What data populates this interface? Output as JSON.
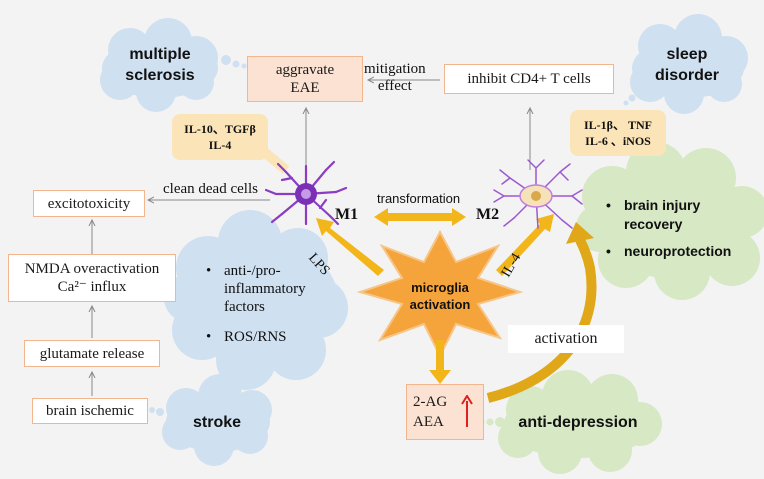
{
  "diagram": {
    "center": {
      "line1": "microglia",
      "line2": "activation"
    },
    "m1_label": "M1",
    "m2_label": "M2",
    "transformation": "transformation",
    "lps": "LPS",
    "il4": "IL-4",
    "aggravate_eae": {
      "line1": "aggravate",
      "line2": "EAE"
    },
    "mitigation": {
      "line1": "mitigation",
      "line2": "effect"
    },
    "inhibit": "inhibit CD4+ T cells",
    "clean_dead_cells": "clean dead cells",
    "excitotoxicity": "excitotoxicity",
    "nmda": {
      "line1": "NMDA overactivation",
      "line2": "Ca²⁻ influx"
    },
    "glutamate": "glutamate release",
    "brain_ischemic": "brain ischemic",
    "m1_cytokines": {
      "line1": "IL-10、TGFβ",
      "line2": "IL-4"
    },
    "m2_cytokines": {
      "line1": "IL-1β、 TNF",
      "line2": "IL-6 、iNOS"
    },
    "left_factors": {
      "item1_line1": "anti-/pro-",
      "item1_line2": "inflammatory",
      "item1_line3": "factors",
      "item2": "ROS/RNS"
    },
    "right_effects": {
      "item1_line1": "brain injury",
      "item1_line2": "recovery",
      "item2": "neuroprotection"
    },
    "activation": "activation",
    "endocannabinoid": {
      "line1": "2-AG",
      "line2": "AEA"
    },
    "clouds": {
      "multiple_sclerosis": {
        "line1": "multiple",
        "line2": "sclerosis"
      },
      "sleep_disorder": {
        "line1": "sleep",
        "line2": "disorder"
      },
      "stroke": "stroke",
      "anti_depression": "anti-depression"
    },
    "colors": {
      "orange_box_border": "#f2b58e",
      "peach_fill": "#fbe2d2",
      "star_fill": "#f4a43a",
      "arrow_gold": "#f3b61a",
      "cloud_blue": "#cfe0f1",
      "cloud_green": "#d6e8c4",
      "note_yellow": "#fbe5b8",
      "red_arrow": "#e02020",
      "neuron_purple": "#7a2fb5"
    }
  }
}
